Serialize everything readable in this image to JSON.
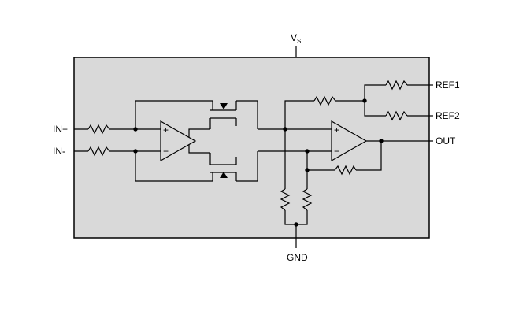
{
  "pins": {
    "vs": "V",
    "vs_sub": "S",
    "in_plus": "IN+",
    "in_minus": "IN-",
    "ref1": "REF1",
    "ref2": "REF2",
    "out": "OUT",
    "gnd": "GND"
  },
  "amplifiers": {
    "input_amp": {
      "plus": "+",
      "minus": "−"
    },
    "output_amp": {
      "plus": "+",
      "minus": "−"
    }
  },
  "colors": {
    "package_fill": "#d9d9d9",
    "stroke": "#000000"
  }
}
